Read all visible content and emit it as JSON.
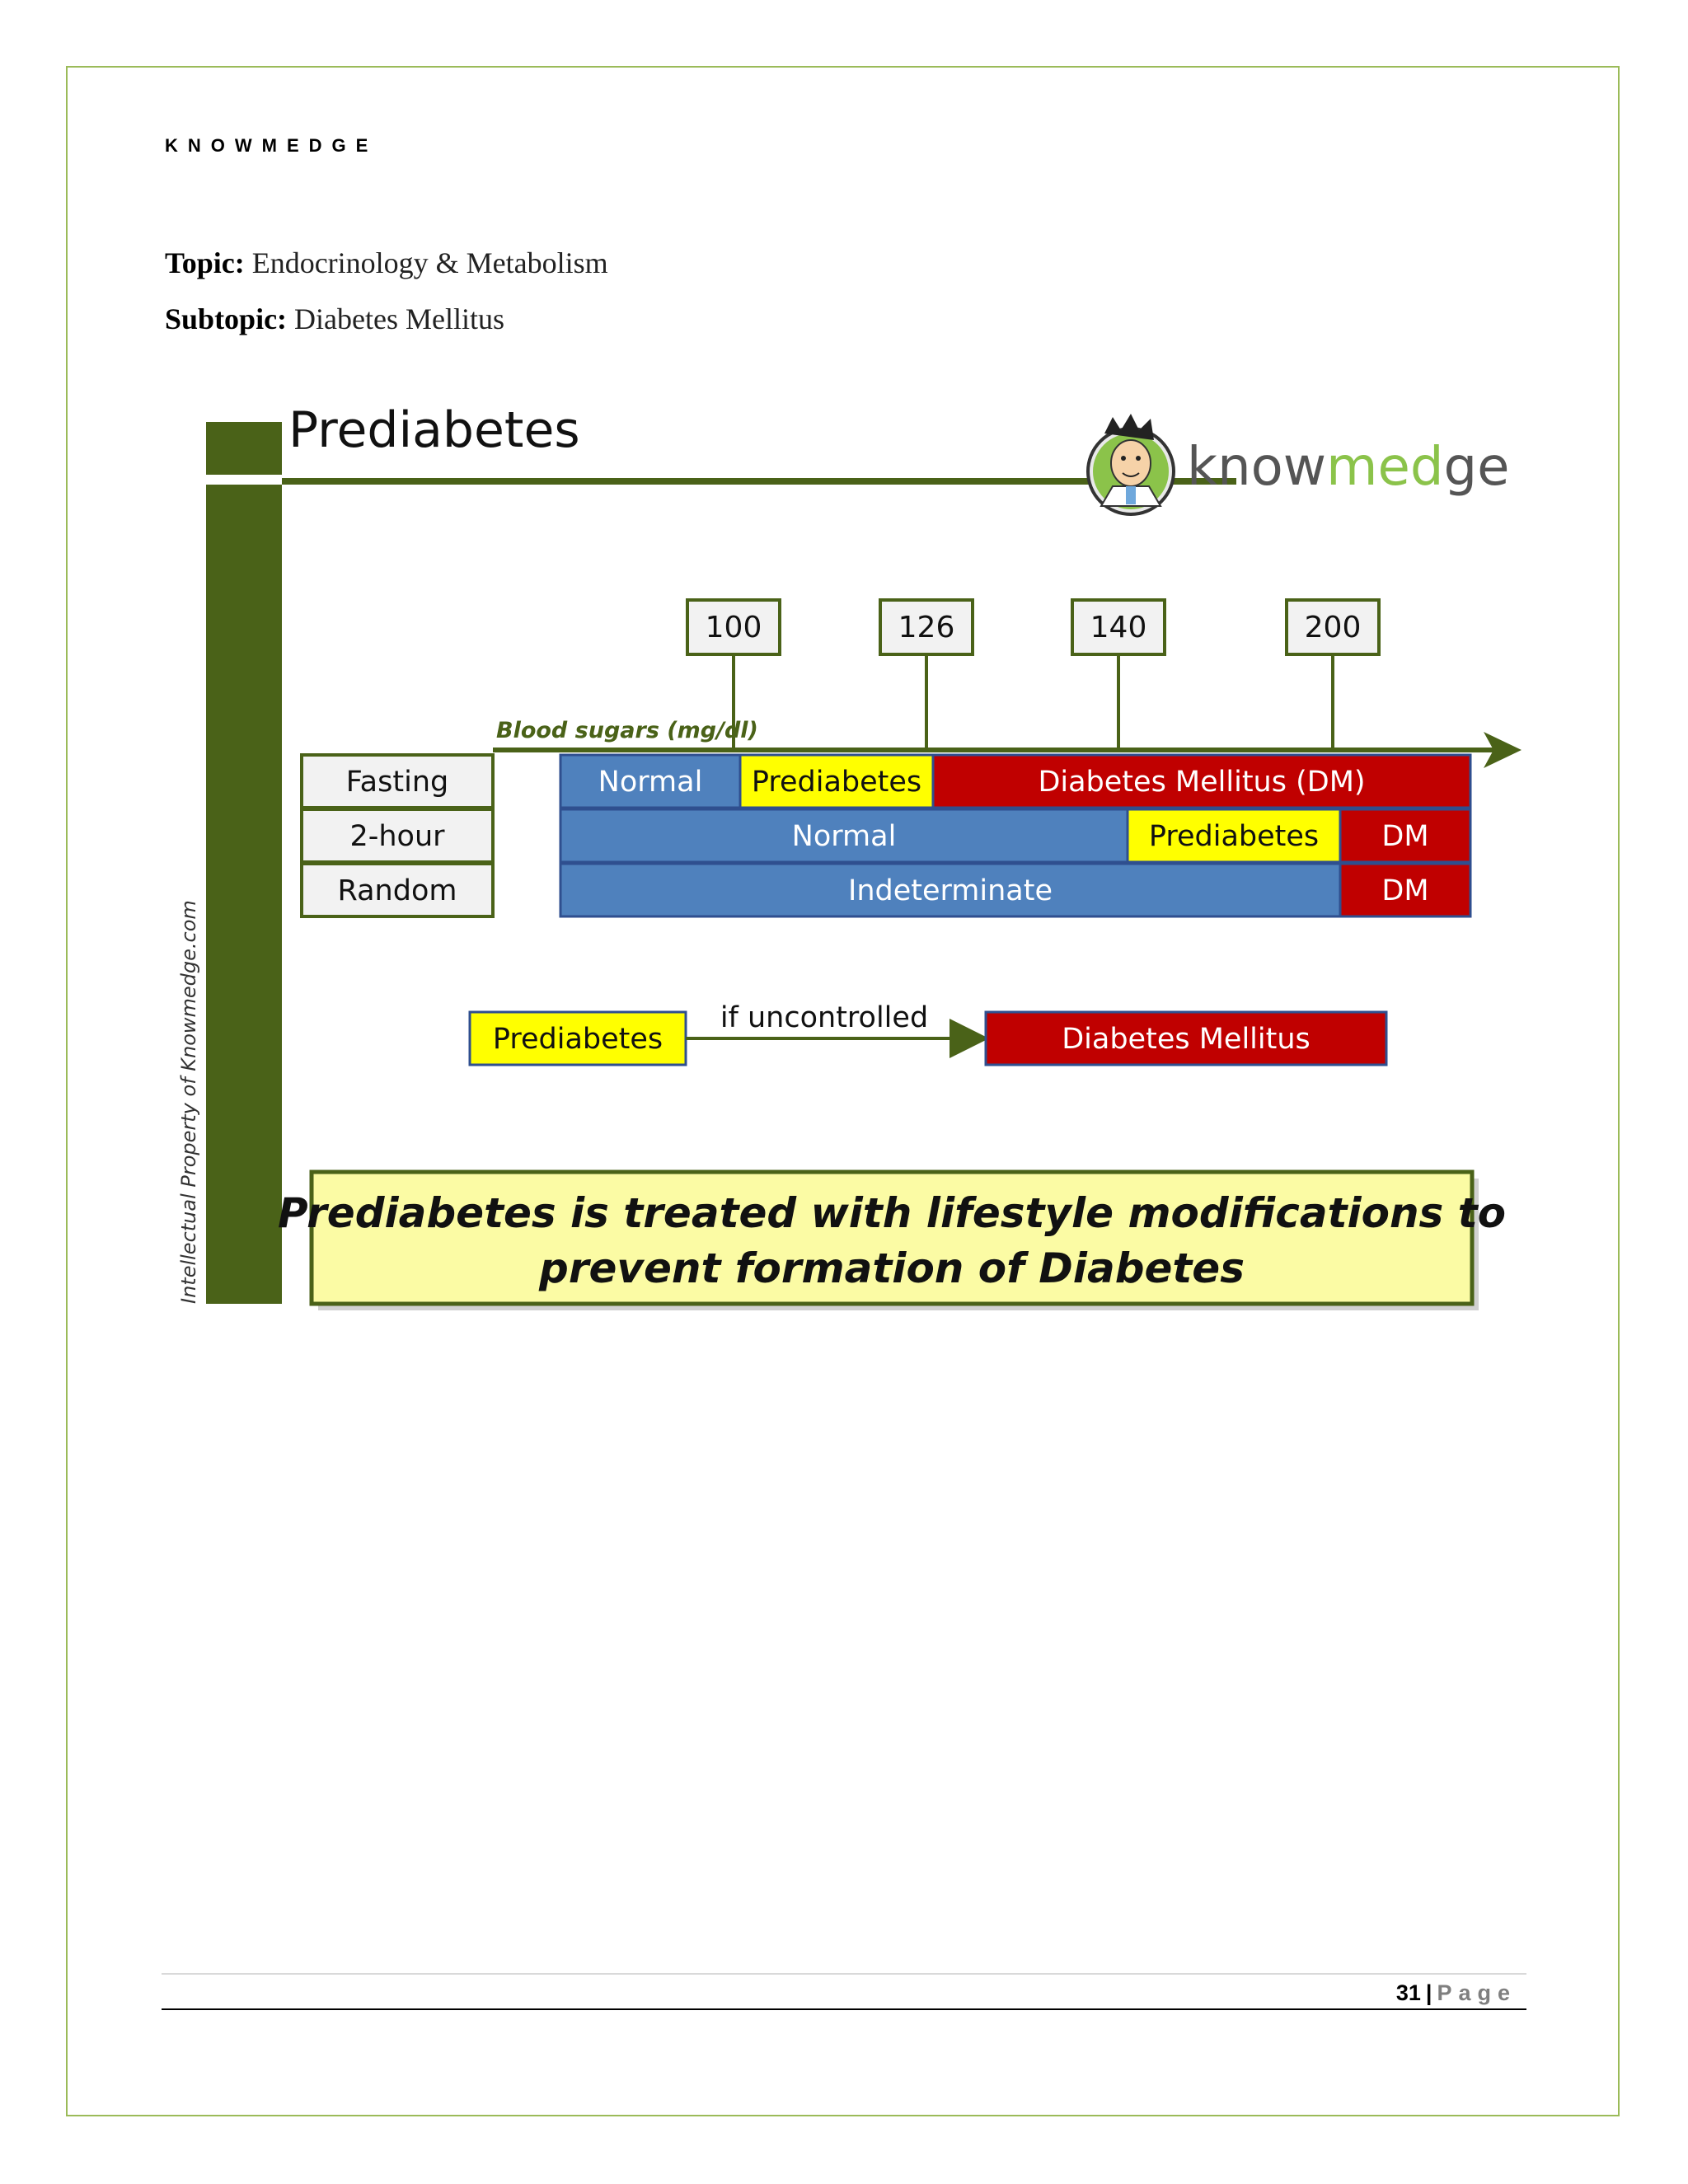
{
  "header": {
    "brand": "KNOWMEDGE"
  },
  "meta": {
    "topic_label": "Topic:",
    "topic_value": "Endocrinology & Metabolism",
    "subtopic_label": "Subtopic:",
    "subtopic_value": "Diabetes Mellitus"
  },
  "figure": {
    "title": "Prediabetes",
    "logo_text_a": "know",
    "logo_text_b": "med",
    "logo_text_c": "ge",
    "watermark": "Intellectual Property of Knowmedge.com",
    "axis_label": "Blood sugars (mg/dl)",
    "thresholds": [
      "100",
      "126",
      "140",
      "200"
    ],
    "row_labels": [
      "Fasting",
      "2-hour",
      "Random"
    ],
    "fasting": {
      "normal": "Normal",
      "prediabetes": "Prediabetes",
      "dm": "Diabetes Mellitus (DM)"
    },
    "two_hour": {
      "normal": "Normal",
      "prediabetes": "Prediabetes",
      "dm": "DM"
    },
    "random": {
      "indeterminate": "Indeterminate",
      "dm": "DM"
    },
    "flow": {
      "from": "Prediabetes",
      "arrow_label": "if uncontrolled",
      "to": "Diabetes Mellitus"
    },
    "callout_line1": "Prediabetes is treated with lifestyle modifications to",
    "callout_line2": "prevent formation of Diabetes",
    "colors": {
      "green_dark": "#4a6218",
      "blue": "#4f81bd",
      "yellow": "#ffff00",
      "red": "#c00000",
      "callout_bg": "#fbfba4"
    }
  },
  "footer": {
    "page_number": "31",
    "separator": "|",
    "page_word": "Page"
  }
}
